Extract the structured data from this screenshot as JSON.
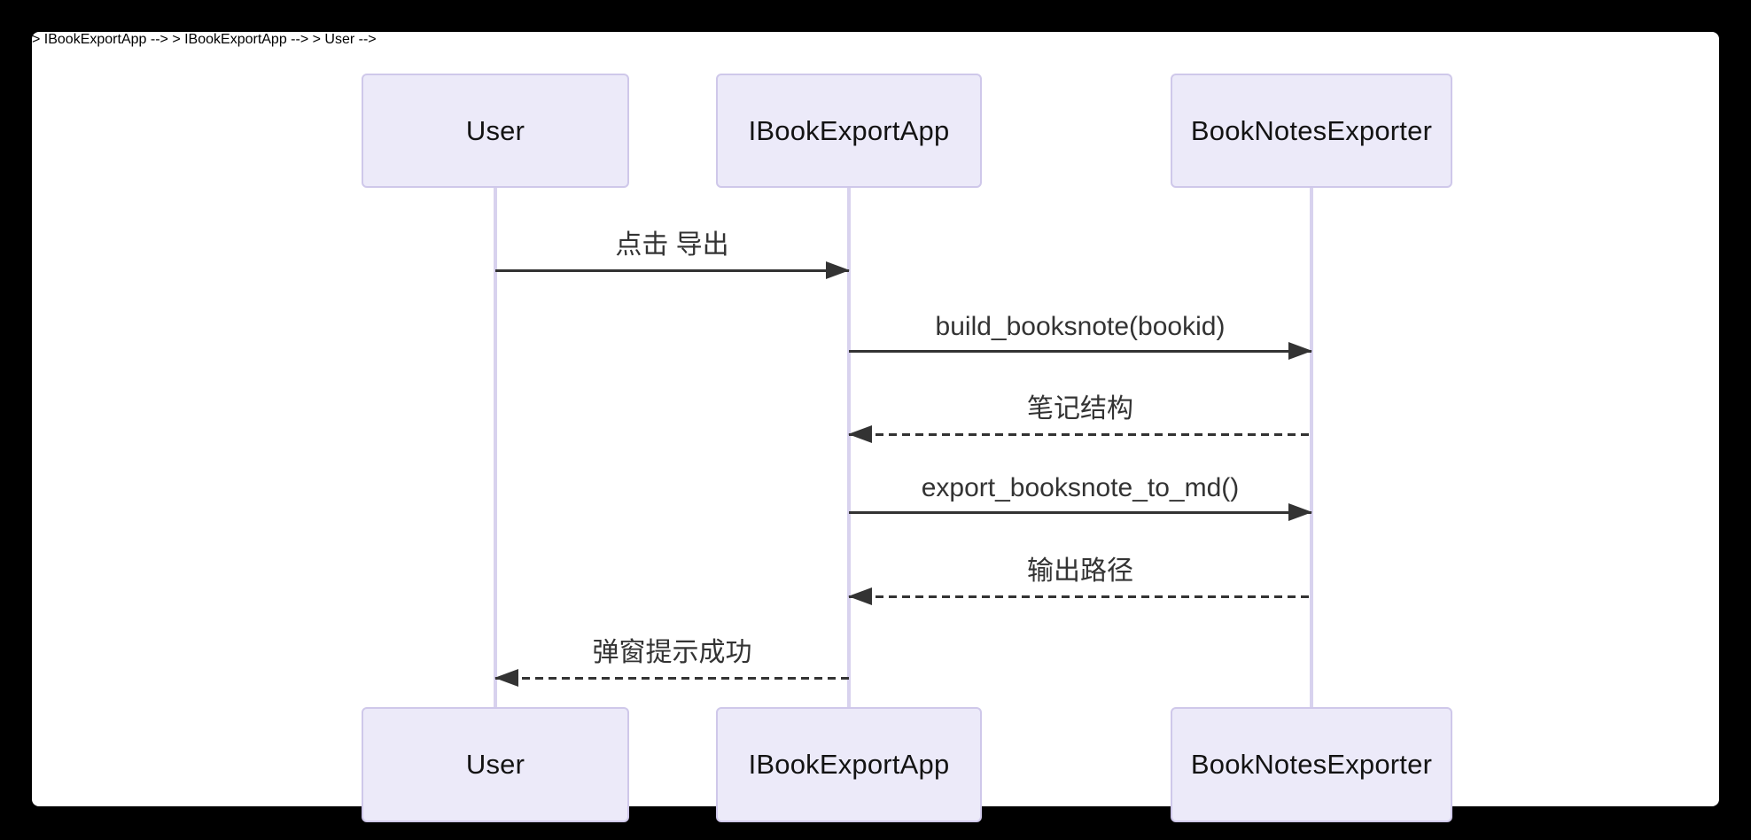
{
  "diagram": {
    "type": "sequence",
    "actors": [
      {
        "id": "user",
        "label": "User"
      },
      {
        "id": "ibookexportapp",
        "label": "IBookExportApp"
      },
      {
        "id": "booknotesexporter",
        "label": "BookNotesExporter"
      }
    ],
    "messages": [
      {
        "from": "User",
        "to": "IBookExportApp",
        "label": "点击 导出",
        "line": "solid",
        "direction": "right"
      },
      {
        "from": "IBookExportApp",
        "to": "BookNotesExporter",
        "label": "build_booksnote(bookid)",
        "line": "solid",
        "direction": "right"
      },
      {
        "from": "BookNotesExporter",
        "to": "IBookExportApp",
        "label": "笔记结构",
        "line": "dashed",
        "direction": "left"
      },
      {
        "from": "IBookExportApp",
        "to": "BookNotesExporter",
        "label": "export_booksnote_to_md()",
        "line": "solid",
        "direction": "right"
      },
      {
        "from": "BookNotesExporter",
        "to": "IBookExportApp",
        "label": "输出路径",
        "line": "dashed",
        "direction": "left"
      },
      {
        "from": "IBookExportApp",
        "to": "User",
        "label": "弹窗提示成功",
        "line": "dashed",
        "direction": "left"
      }
    ],
    "colors": {
      "frame": "#000000",
      "canvas": "#FFFFFF",
      "actor_fill": "#ECEAF9",
      "actor_border": "#CFC8EA",
      "lifeline": "#D8D2EE",
      "arrow": "#333333",
      "actor_text": "#131313",
      "message_text": "#333333"
    }
  }
}
